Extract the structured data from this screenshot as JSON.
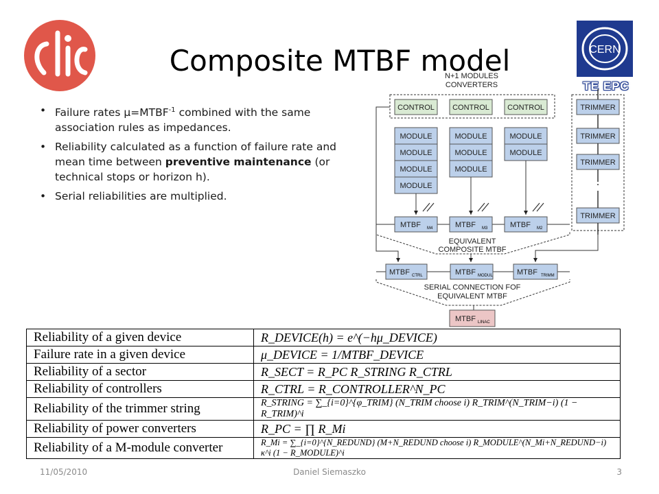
{
  "slide": {
    "title": "Composite MTBF model",
    "bullets": [
      {
        "pre": "Failure rates μ=MTBF",
        "sup": "-1",
        "post": " combined with the same association rules as impedances."
      },
      {
        "pre": "Reliability calculated as a function of failure rate and mean time between ",
        "bold": "preventive maintenance",
        "post": " (or technical stops or horizon h)."
      },
      {
        "pre": "Serial reliabilities are multiplied."
      }
    ]
  },
  "logos": {
    "clic": "clic",
    "cern": "CERN",
    "te_epc": "TE EPC"
  },
  "diagram": {
    "group_label_1": "N+1 MODULES",
    "group_label_2": "CONVERTERS",
    "control": "CONTROL",
    "module": "MODULE",
    "trimmer": "TRIMMER",
    "mtbf_m4": "MTBF",
    "mtbf_m4_sub": "M4",
    "mtbf_m3": "MTBF",
    "mtbf_m3_sub": "M3",
    "mtbf_m2": "MTBF",
    "mtbf_m2_sub": "M2",
    "equiv_1": "EQUIVALENT",
    "equiv_2": "COMPOSITE MTBF",
    "mtbf_ctrl": "MTBF",
    "mtbf_ctrl_sub": "CTRL",
    "mtbf_modul": "MTBF",
    "mtbf_modul_sub": "MODUL",
    "mtbf_trimm": "MTBF",
    "mtbf_trimm_sub": "TRIMM",
    "serial_1": "SERIAL CONNECTION FOF",
    "serial_2": "EQUIVALENT MTBF",
    "mtbf_linac": "MTBF",
    "mtbf_linac_sub": "LINAC"
  },
  "table": {
    "rows": [
      {
        "label": "Reliability of a given device",
        "formula": "R_DEVICE(h) = e^(−hμ_DEVICE)"
      },
      {
        "label": "Failure rate in a given device",
        "formula": "μ_DEVICE = 1/MTBF_DEVICE"
      },
      {
        "label": "Reliability of a sector",
        "formula": "R_SECT = R_PC R_STRING R_CTRL"
      },
      {
        "label": "Reliability of controllers",
        "formula": "R_CTRL = R_CONTROLLER^N_PC"
      },
      {
        "label": "Reliability of the trimmer string",
        "formula": "R_STRING = ∑_{i=0}^{φ_TRIM} (N_TRIM choose i) R_TRIM^(N_TRIM−i) (1 − R_TRIM)^i"
      },
      {
        "label": "Reliability of power converters",
        "formula": "R_PC = ∏ R_Mi"
      },
      {
        "label": "Reliability of a M-module converter",
        "formula": "R_Mi = ∑_{i=0}^{N_REDUND} (M+N_REDUND choose i) R_MODULE^(N_Mi+N_REDUND−i) κ^i (1 − R_MODULE)^i"
      }
    ]
  },
  "footer": {
    "date": "11/05/2010",
    "author": "Daniel Siemaszko",
    "page": "3"
  }
}
